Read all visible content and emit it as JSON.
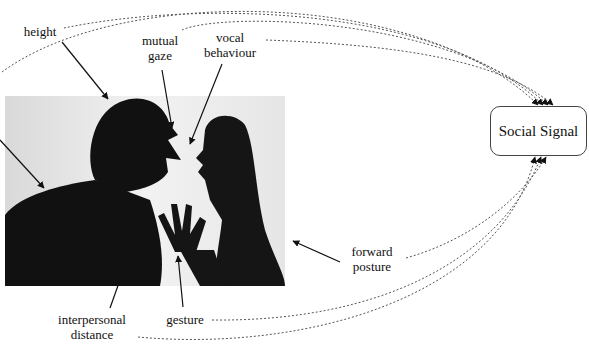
{
  "diagram": {
    "nodes": [
      {
        "text": [
          "Social Signal"
        ]
      }
    ],
    "labels": [
      "height",
      "mutual gaze",
      "vocal behaviour",
      "forward posture",
      "gesture",
      "interpersonal distance"
    ]
  }
}
